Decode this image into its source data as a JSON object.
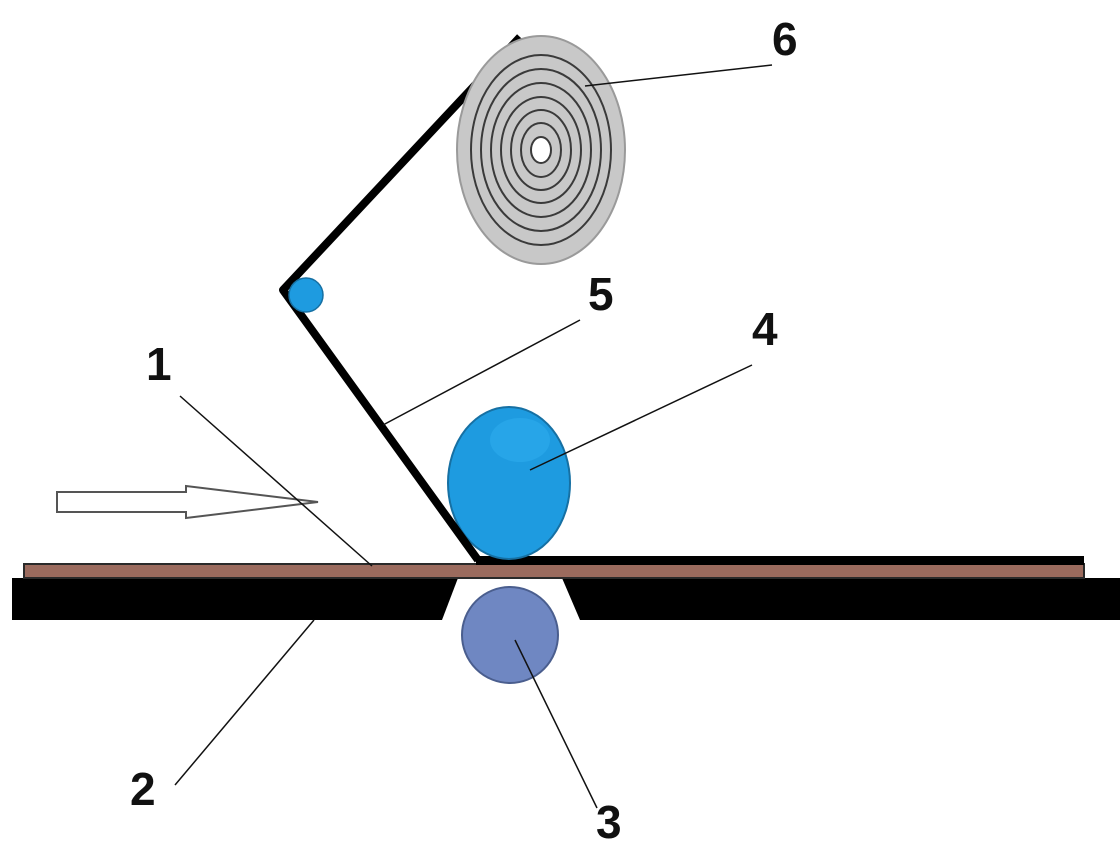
{
  "labels": {
    "part_1": "1",
    "part_2": "2",
    "part_3": "3",
    "part_4": "4",
    "part_5": "5",
    "part_6": "6"
  },
  "colors": {
    "background": "#ffffff",
    "belt": "#000000",
    "base_plate": "#000000",
    "workpiece": "#9b6b5e",
    "workpiece_edge": "#2a2a2a",
    "lower_roller": "#6f87c2",
    "press_roller": "#1e9be0",
    "guide_roller": "#1e9be0",
    "supply_roll": "#c8c8c8",
    "supply_roll_rings": "#3a3a3a",
    "leader_lines": "#111111",
    "feed_arrow_outline": "#555555",
    "feed_arrow_fill": "#ffffff"
  },
  "icons": {
    "feed_direction": "right-arrow-icon"
  }
}
